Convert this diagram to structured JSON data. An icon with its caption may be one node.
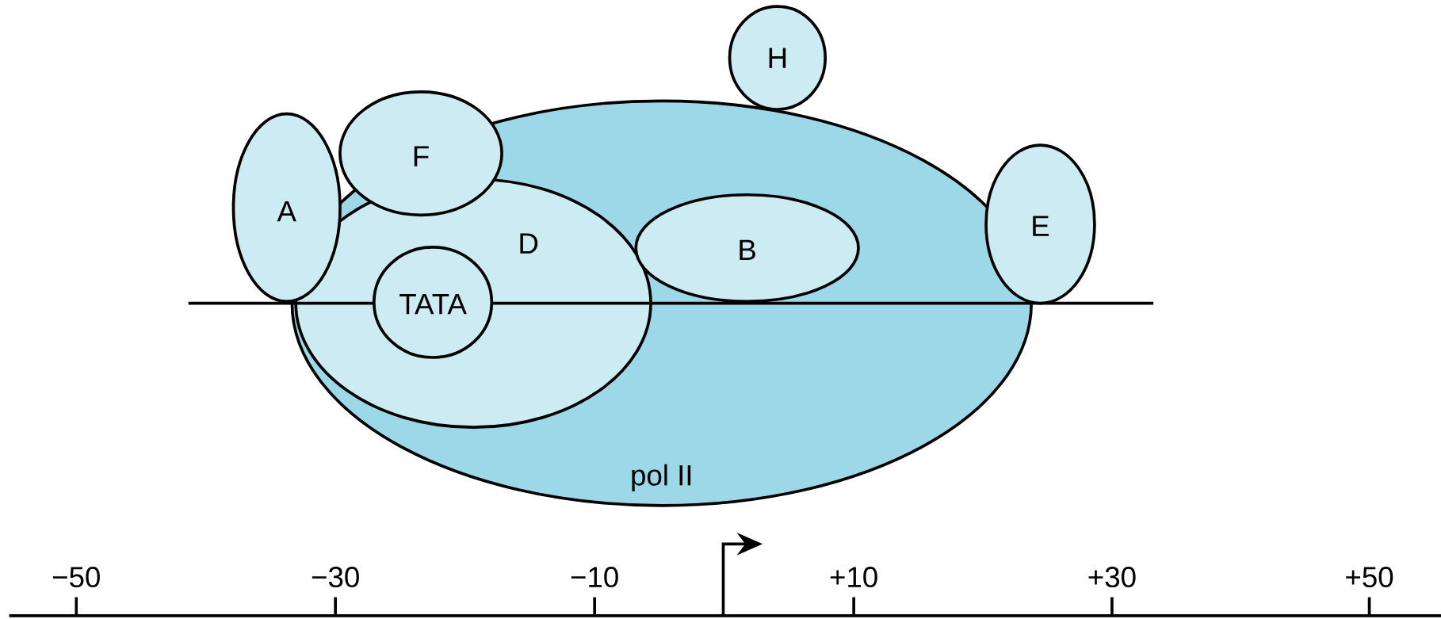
{
  "diagram": {
    "nodes": [
      {
        "text": [
          "pol II"
        ]
      },
      {
        "text": [
          "D"
        ],
        "in": 0
      },
      {
        "text": [
          "TATA"
        ],
        "in": 1
      },
      {
        "text": [
          "B"
        ],
        "in": 0
      },
      {
        "text": [
          "H"
        ]
      },
      {
        "text": [
          "F"
        ]
      },
      {
        "text": [
          "A"
        ]
      },
      {
        "text": [
          "E"
        ]
      }
    ],
    "labels": [
      "−50",
      "−30",
      "−10",
      "+10",
      "+30",
      "+50"
    ]
  }
}
